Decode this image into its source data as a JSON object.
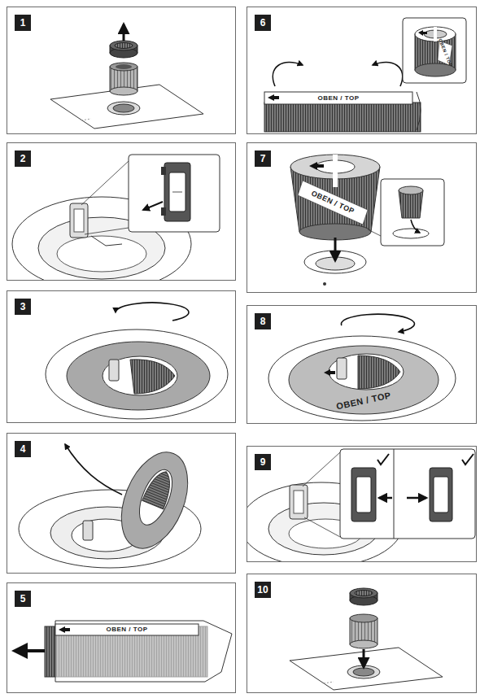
{
  "diagram": {
    "nodes": [
      {
        "text": [
          "1"
        ]
      },
      {
        "text": [
          "2"
        ]
      },
      {
        "text": [
          "3"
        ]
      },
      {
        "text": [
          "4"
        ]
      },
      {
        "text": [
          "5"
        ]
      },
      {
        "text": [
          "6"
        ]
      },
      {
        "text": [
          "7"
        ]
      },
      {
        "text": [
          "8"
        ]
      },
      {
        "text": [
          "9"
        ]
      },
      {
        "text": [
          "10"
        ]
      }
    ],
    "labels": [
      "OBEN / TOP",
      "OBEN / TOP",
      "OBEN / TOP",
      "OBEN / TOP",
      "OBEN / TOP"
    ]
  }
}
